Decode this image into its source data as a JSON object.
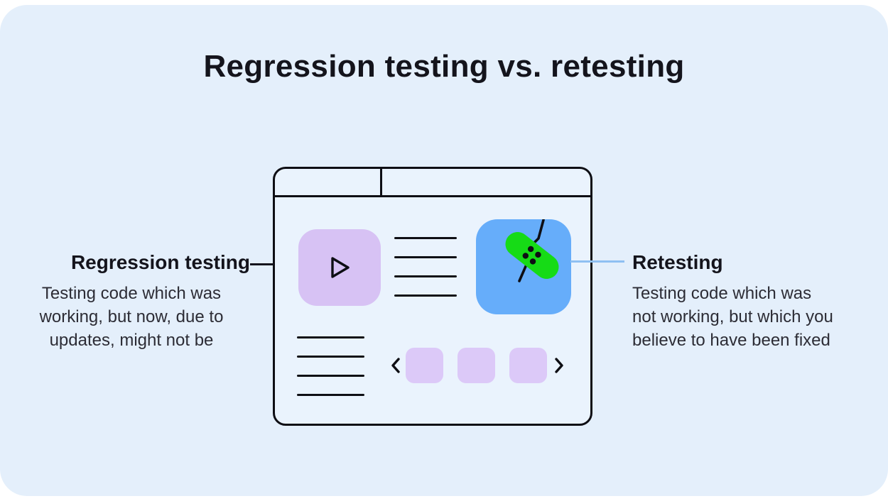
{
  "title": "Regression testing vs. retesting",
  "left_note": {
    "heading": "Regression testing",
    "description": "Testing code which was\nworking, but now, due to\nupdates, might not be"
  },
  "right_note": {
    "heading": "Retesting",
    "description": "Testing code which was\nnot working, but which you\nbelieve to have been fixed"
  },
  "browser_mockup": {
    "icons": {
      "video_tile": "play-icon",
      "fixed_bug_tile": "bandage-icon",
      "bug_crack": "crack-line-icon",
      "carousel_prev": "chevron-left-icon",
      "carousel_next": "chevron-right-icon"
    },
    "placeholder_line_groups": [
      4,
      4
    ],
    "carousel_item_count": 3
  },
  "colors": {
    "card_background": "#E4EFFB",
    "window_background": "#EAF3FD",
    "outline_black": "#0E0E14",
    "video_tile_purple": "#D7C2F4",
    "carousel_square_purple": "#DCC9F8",
    "bug_tile_blue": "#66ADFA",
    "bandage_green": "#16DB16",
    "retesting_connector_blue": "#8FC0F2"
  }
}
